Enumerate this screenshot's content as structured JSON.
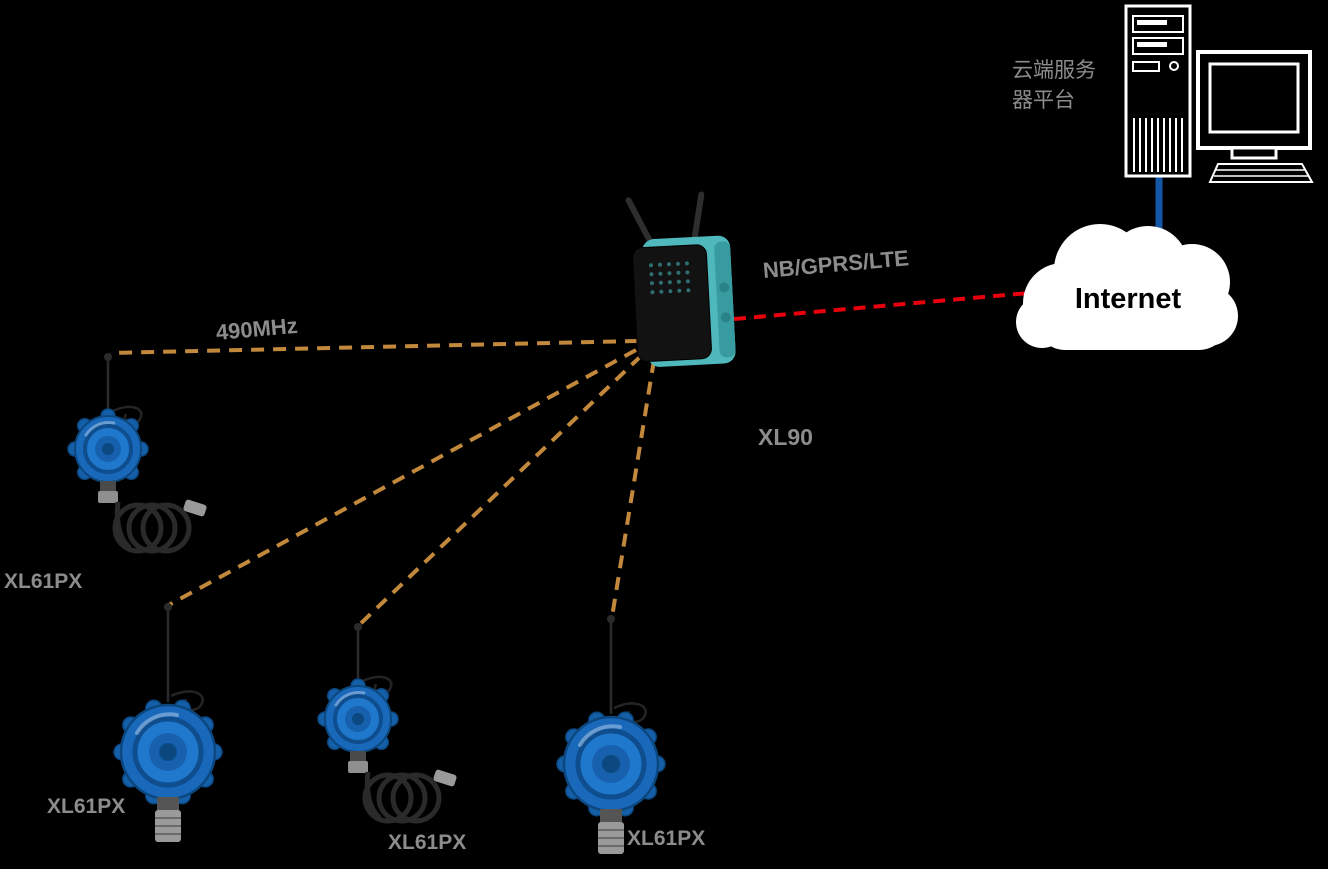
{
  "diagram": {
    "description": "Wireless gas detector network topology",
    "background_color": "#000000",
    "label_color": "#8C8C8C",
    "links": {
      "rf": {
        "label": "490MHz",
        "color": "#C2883C",
        "style": "dashed"
      },
      "wan": {
        "label": "NB/GPRS/LTE",
        "color": "#E8000D",
        "style": "dashed"
      },
      "uplink": {
        "color": "#1457A6",
        "style": "solid"
      }
    },
    "nodes": {
      "gateway": {
        "label": "XL90",
        "body_color": "#4FB8BC"
      },
      "internet": {
        "label": "Internet"
      },
      "cloud_server": {
        "label": "云端服务器平台"
      },
      "sensors": [
        {
          "label": "XL61PX",
          "body_color": "#1968BA"
        },
        {
          "label": "XL61PX",
          "body_color": "#1968BA"
        },
        {
          "label": "XL61PX",
          "body_color": "#1968BA"
        },
        {
          "label": "XL61PX",
          "body_color": "#1968BA"
        }
      ]
    }
  }
}
